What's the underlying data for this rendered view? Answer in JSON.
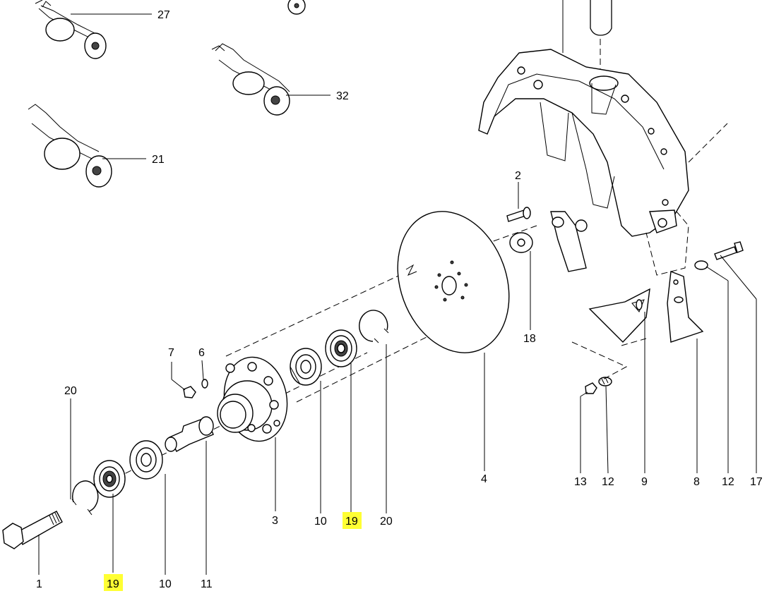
{
  "colors": {
    "highlight": "#ffff33",
    "line": "#000000",
    "background": "#ffffff"
  },
  "assemblies": [
    {
      "label": "27"
    },
    {
      "label": "32"
    },
    {
      "label": "21"
    }
  ],
  "callouts": {
    "c1": "1",
    "c2": "2",
    "c3": "3",
    "c4": "4",
    "c6": "6",
    "c7": "7",
    "c8": "8",
    "c9": "9",
    "c10a": "10",
    "c10b": "10",
    "c11": "11",
    "c12a": "12",
    "c12b": "12",
    "c13": "13",
    "c17": "17",
    "c18": "18",
    "c19a": "19",
    "c19b": "19",
    "c20a": "20",
    "c20b": "20"
  }
}
